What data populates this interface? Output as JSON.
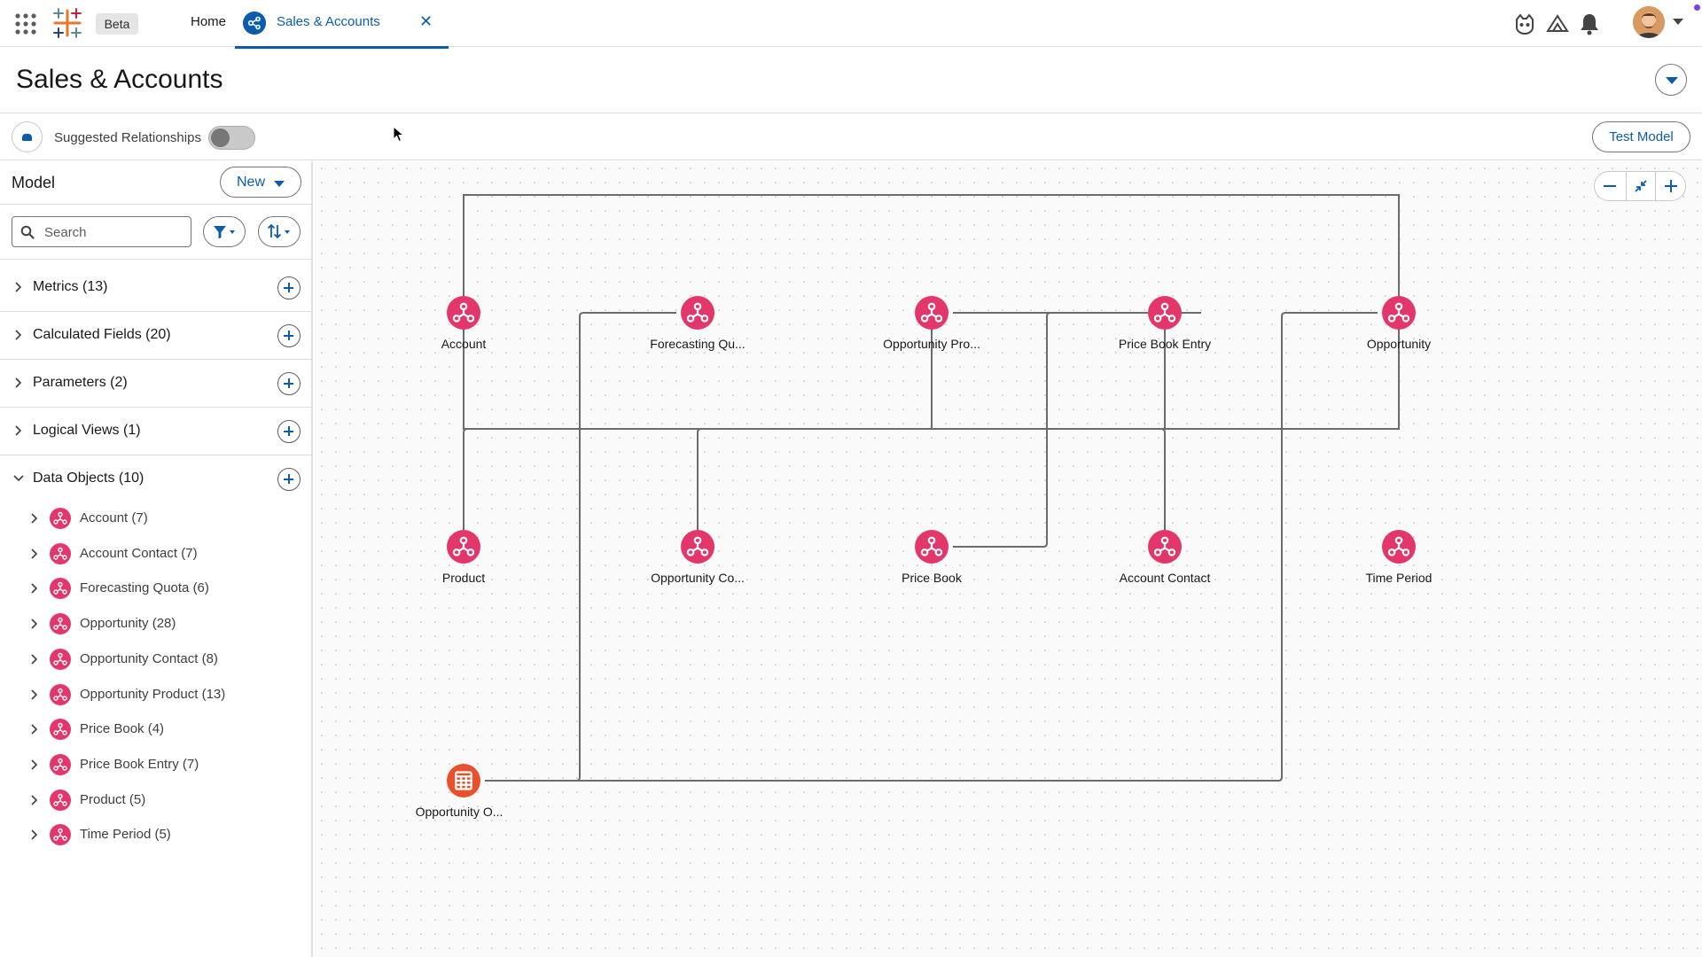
{
  "header": {
    "beta_label": "Beta",
    "home_tab": "Home",
    "active_tab": "Sales & Accounts",
    "close_symbol": "✕",
    "icons": [
      "app-launcher-icon",
      "tableau-logo-icon",
      "agent-icon",
      "trailhead-icon",
      "bell-icon",
      "avatar"
    ]
  },
  "page": {
    "title": "Sales & Accounts"
  },
  "toolbar": {
    "suggested_relationships": "Suggested Relationships",
    "toggle_on": false,
    "test_model": "Test Model"
  },
  "panel": {
    "title": "Model",
    "new_label": "New",
    "search_placeholder": "Search",
    "sections": [
      {
        "label": "Metrics (13)",
        "expanded": false
      },
      {
        "label": "Calculated Fields (20)",
        "expanded": false
      },
      {
        "label": "Parameters (2)",
        "expanded": false
      },
      {
        "label": "Logical Views (1)",
        "expanded": false
      },
      {
        "label": "Data Objects (10)",
        "expanded": true
      }
    ],
    "objects": [
      "Account (7)",
      "Account Contact (7)",
      "Forecasting Quota (6)",
      "Opportunity (28)",
      "Opportunity Contact (8)",
      "Opportunity Product (13)",
      "Price Book (4)",
      "Price Book Entry (7)",
      "Product (5)",
      "Time Period (5)"
    ]
  },
  "canvas": {
    "nodes": [
      {
        "label": "Account",
        "kind": "object"
      },
      {
        "label": "Forecasting Qu...",
        "kind": "object"
      },
      {
        "label": "Opportunity Pro...",
        "kind": "object"
      },
      {
        "label": "Price Book Entry",
        "kind": "object"
      },
      {
        "label": "Opportunity",
        "kind": "object"
      },
      {
        "label": "Product",
        "kind": "object"
      },
      {
        "label": "Opportunity Co...",
        "kind": "object"
      },
      {
        "label": "Price Book",
        "kind": "object"
      },
      {
        "label": "Account Contact",
        "kind": "object"
      },
      {
        "label": "Time Period",
        "kind": "object"
      },
      {
        "label": "Opportunity O...",
        "kind": "table"
      }
    ]
  },
  "colors": {
    "accent": "#0b5cab",
    "node_pink": "#e3376b",
    "node_orange": "#e8512c",
    "edge": "#6b6b6b"
  }
}
